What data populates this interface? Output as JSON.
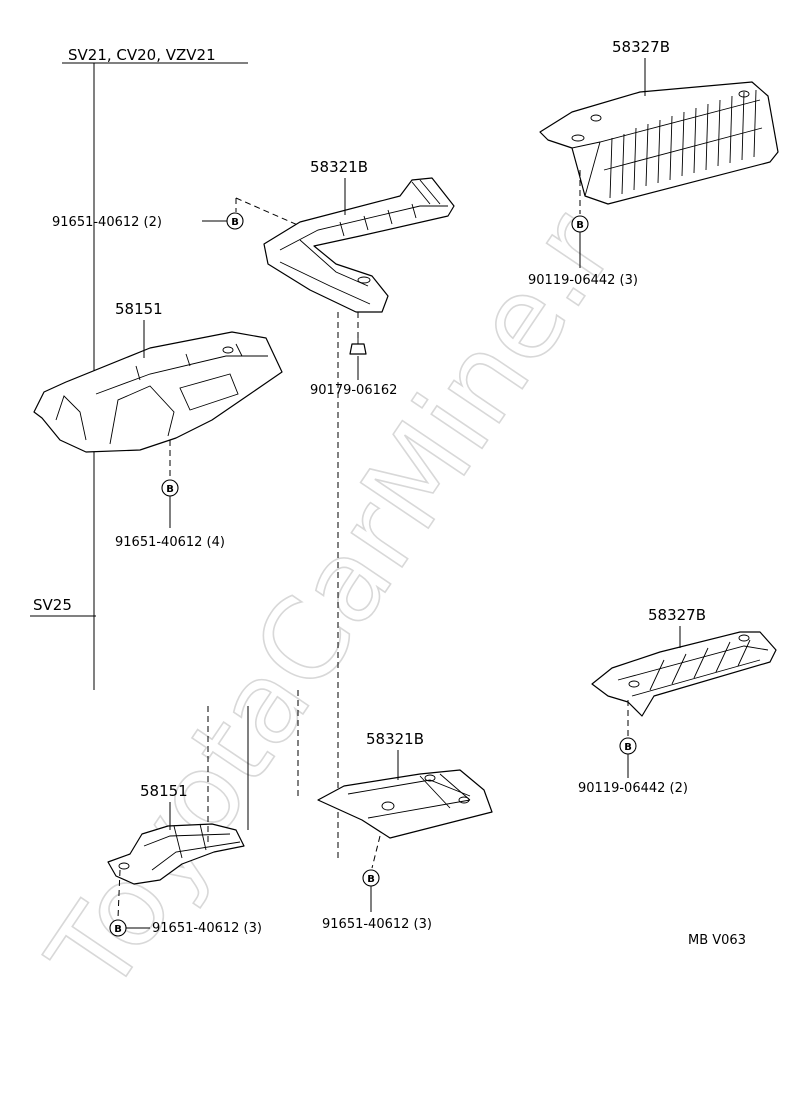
{
  "watermark": "ToyotaCarMine.r",
  "groups": {
    "top": "SV21, CV20, VZV21",
    "bottom": "SV25"
  },
  "parts": {
    "p58327b_top": "58327B",
    "p58321b_top": "58321B",
    "p58151_top": "58151",
    "p58327b_bottom": "58327B",
    "p58321b_bottom": "58321B",
    "p58151_bottom": "58151"
  },
  "fasteners": {
    "f1": "91651-40612 (2)",
    "f2": "90119-06442 (3)",
    "f3": "90179-06162",
    "f4": "91651-40612 (4)",
    "f5": "90119-06442 (2)",
    "f6": "91651-40612 (3)",
    "f7": "91651-40612 (3)"
  },
  "bolt_symbol": "B",
  "diagram_code": "MB V063"
}
